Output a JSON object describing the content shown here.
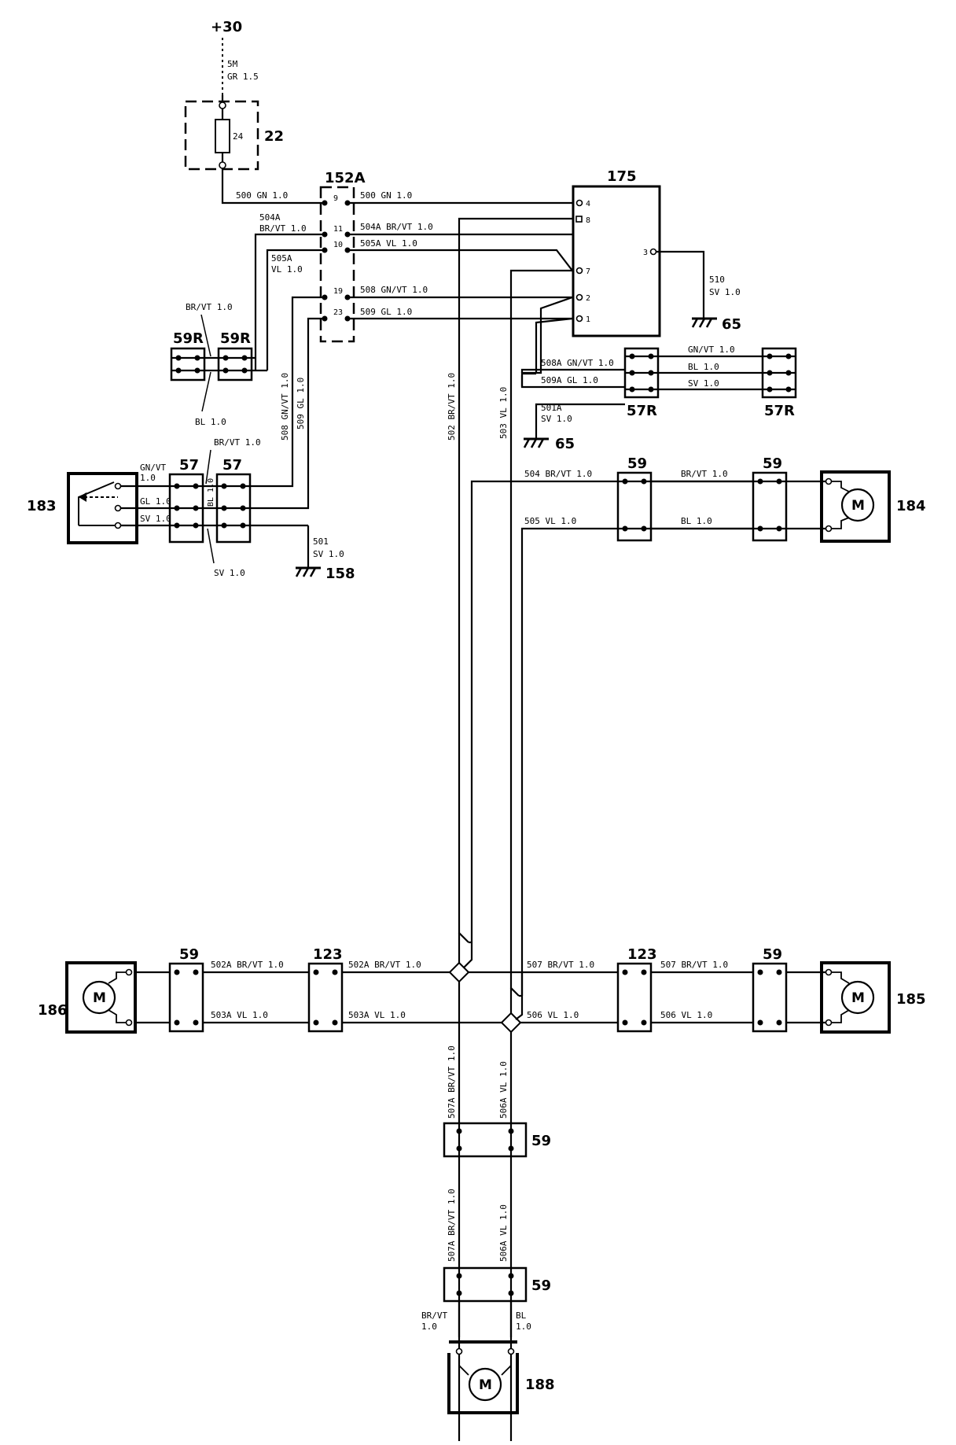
{
  "supply": {
    "label": "+30",
    "wire_id": "5M",
    "wire_spec": "GR 1.5"
  },
  "fuse": {
    "number": "24",
    "component": "22"
  },
  "junction_152a": {
    "title": "152A",
    "pins": [
      {
        "pin": "9",
        "left_label": "500 GN 1.0",
        "right_label": "500 GN 1.0"
      },
      {
        "pin": "11",
        "left_id": "504A",
        "left_label": "BR/VT 1.0",
        "right_label": "504A BR/VT 1.0"
      },
      {
        "pin": "10",
        "left_id": "505A",
        "left_label": "VL 1.0",
        "right_label": "505A VL 1.0"
      },
      {
        "pin": "19",
        "right_label": "508 GN/VT 1.0"
      },
      {
        "pin": "23",
        "right_label": "509 GL 1.0"
      }
    ]
  },
  "module_175": {
    "title": "175",
    "pins": [
      "4",
      "8",
      "7",
      "2",
      "1"
    ],
    "ground_pin": "3",
    "ground_wire_id": "510",
    "ground_wire_spec": "SV 1.0",
    "ground_id": "65"
  },
  "connectors_59r": {
    "left": "59R",
    "right": "59R",
    "top_label": "BR/VT 1.0",
    "bottom_label": "BL 1.0"
  },
  "connectors_57r": {
    "left": "57R",
    "right": "57R",
    "wire_508a": "508A GN/VT 1.0",
    "wire_509a": "509A GL 1.0",
    "right_labels": [
      "GN/VT 1.0",
      "BL 1.0",
      "SV 1.0"
    ],
    "ground_wire_id": "501A",
    "ground_wire_spec": "SV 1.0",
    "ground_id": "65"
  },
  "vertical_labels": {
    "v508": "508 GN/VT 1.0",
    "v509": "509 GL 1.0",
    "v502": "502 BR/VT 1.0",
    "v503": "503 VL 1.0",
    "v507a_upper": "507A BR/VT 1.0",
    "v506a_upper": "506A VL 1.0",
    "v507a_lower": "507A BR/VT 1.0",
    "v506a_lower": "506A VL 1.0"
  },
  "switch_183": {
    "component": "183",
    "conn_left": "57",
    "conn_right": "57",
    "gnvt_label": "GN/VT",
    "gnvt_size": "1.0",
    "gl_label": "GL 1.0",
    "sv_label": "SV 1.0",
    "brvt_label": "BR/VT 1.0",
    "bl_label": "BL 1.0",
    "sv_bottom_label": "SV 1.0",
    "ground_wire_id": "501",
    "ground_wire_spec": "SV 1.0",
    "ground_id": "158"
  },
  "motor_184": {
    "component": "184",
    "motor_symbol": "M",
    "conn_left": "59",
    "conn_right": "59",
    "wire_504": "504 BR/VT 1.0",
    "wire_505": "505 VL 1.0",
    "right_top": "BR/VT 1.0",
    "right_bottom": "BL 1.0"
  },
  "motor_186": {
    "component": "186",
    "motor_symbol": "M",
    "conn_59": "59",
    "conn_123": "123",
    "top_left": "502A BR/VT 1.0",
    "top_right": "502A BR/VT 1.0",
    "bottom_left": "503A VL 1.0",
    "bottom_right": "503A VL 1.0"
  },
  "motor_185": {
    "component": "185",
    "motor_symbol": "M",
    "conn_123": "123",
    "conn_59": "59",
    "top_left": "507 BR/VT 1.0",
    "top_right": "507 BR/VT 1.0",
    "bottom_left": "506 VL 1.0",
    "bottom_right": "506 VL 1.0"
  },
  "motor_188": {
    "component": "188",
    "motor_symbol": "M",
    "conn_upper": "59",
    "conn_lower": "59",
    "left_label": "BR/VT",
    "left_size": "1.0",
    "right_label": "BL",
    "right_size": "1.0"
  }
}
